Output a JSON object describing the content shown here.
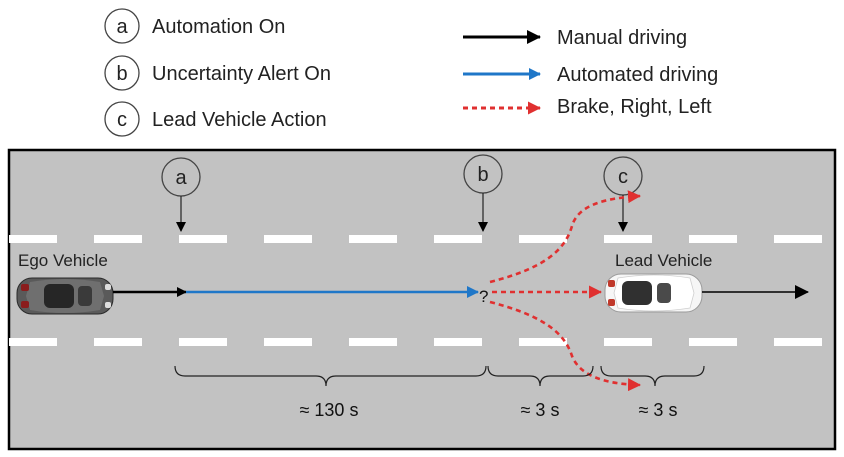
{
  "legend_events": [
    {
      "marker": "a",
      "label": "Automation On"
    },
    {
      "marker": "b",
      "label": "Uncertainty Alert On"
    },
    {
      "marker": "c",
      "label": "Lead Vehicle Action"
    }
  ],
  "legend_arrows": [
    {
      "label": "Manual driving",
      "color": "#000000",
      "style": "solid"
    },
    {
      "label": "Automated driving",
      "color": "#1f77c8",
      "style": "solid"
    },
    {
      "label": "Brake, Right, Left",
      "color": "#e03030",
      "style": "dashed"
    }
  ],
  "road": {
    "markers": [
      "a",
      "b",
      "c"
    ],
    "ego_label": "Ego Vehicle",
    "lead_label": "Lead  Vehicle",
    "decision_mark": "?",
    "durations": [
      "≈ 130 s",
      "≈ 3 s",
      "≈ 3 s"
    ]
  },
  "colors": {
    "road": "#c2c2c2",
    "lane": "#ffffff",
    "manual": "#000000",
    "automated": "#1f77c8",
    "action": "#e03030"
  }
}
